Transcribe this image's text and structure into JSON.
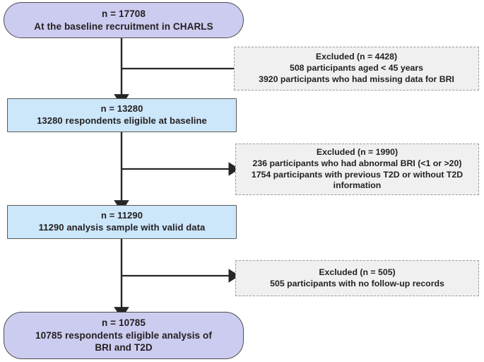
{
  "diagram": {
    "title": "CHARLS study participant flow diagram",
    "type": "flowchart",
    "colors": {
      "terminal_fill": "#ccccf0",
      "terminal_stroke": "#4d4d4d",
      "stage_fill": "#cce6fa",
      "stage_stroke": "#595959",
      "excluded_fill": "#f0f0f0",
      "excluded_stroke": "#9a9a9a",
      "connector_stroke": "#262626",
      "background": "#ffffff",
      "text": "#231f20"
    }
  },
  "nodes": {
    "start": {
      "shape": "rounded",
      "lines": [
        "n = 17708",
        "At the baseline recruitment in CHARLS"
      ]
    },
    "stage1": {
      "shape": "rect",
      "lines": [
        "n = 13280",
        "13280 respondents eligible at baseline"
      ]
    },
    "stage2": {
      "shape": "rect",
      "lines": [
        "n = 11290",
        "11290 analysis sample with valid data"
      ]
    },
    "final": {
      "shape": "rounded",
      "lines": [
        "n = 10785",
        "10785 respondents eligible analysis of",
        "BRI and T2D"
      ]
    },
    "excluded1": {
      "shape": "dashed-rect",
      "lines": [
        "Excluded (n = 4428)",
        "508 participants aged < 45 years",
        "3920 participants who had missing data for BRI"
      ]
    },
    "excluded2": {
      "shape": "dashed-rect",
      "lines": [
        "Excluded (n = 1990)",
        "236 participants who had abnormal BRI (<1 or >20)",
        "1754 participants with previous T2D or without T2D",
        "information"
      ]
    },
    "excluded3": {
      "shape": "dashed-rect",
      "lines": [
        "Excluded (n = 505)",
        "505 participants with no follow-up records"
      ]
    }
  },
  "edges": [
    {
      "from": "start",
      "to": "stage1",
      "style": "vertical-arrow"
    },
    {
      "from": "stage1",
      "to": "stage2",
      "style": "vertical-arrow"
    },
    {
      "from": "stage2",
      "to": "final",
      "style": "vertical-arrow"
    },
    {
      "from": "start",
      "to": "excluded1",
      "style": "horizontal-plain"
    },
    {
      "from": "stage1",
      "to": "excluded2",
      "style": "horizontal-arrow"
    },
    {
      "from": "stage2",
      "to": "excluded3",
      "style": "horizontal-arrow"
    }
  ]
}
